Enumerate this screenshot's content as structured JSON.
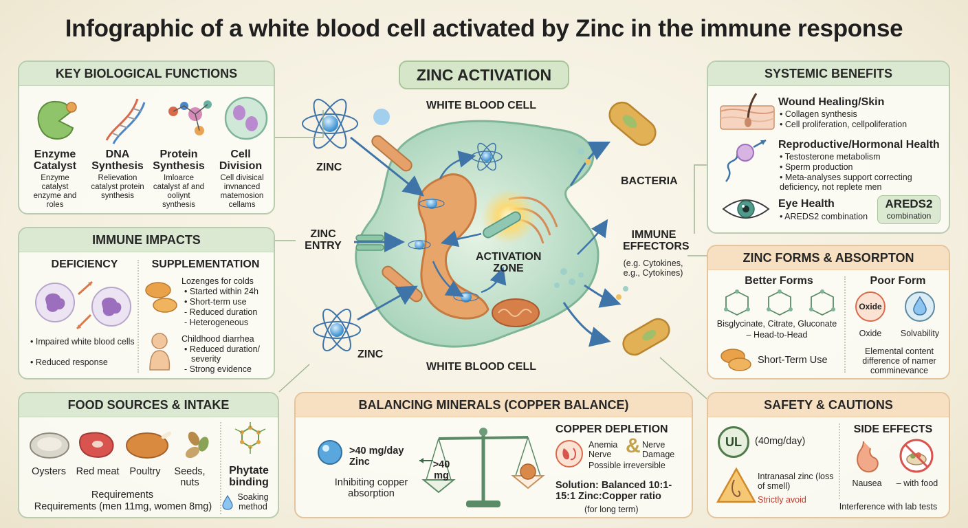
{
  "title": "Infographic of a white blood cell activated by Zinc in the immune response",
  "key_functions": {
    "header": "KEY BIOLOGICAL FUNCTIONS",
    "items": [
      {
        "name": "Enzyme Catalyst",
        "desc": "Enzyme catalyst enzyme and roles"
      },
      {
        "name": "DNA Synthesis",
        "desc": "Relievation catalyst protein synthesis"
      },
      {
        "name": "Protein Synthesis",
        "desc": "Imloarce catalyst af and ooliynt synthesis"
      },
      {
        "name": "Cell Division",
        "desc": "Cell divisical invnanced matemosion cellams"
      }
    ]
  },
  "immune_impacts": {
    "header": "IMMUNE IMPACTS",
    "deficiency": {
      "label": "DEFICIENCY",
      "bullets": [
        "• Impaired white blood cells",
        "• Reduced response"
      ]
    },
    "supplementation": {
      "label": "SUPPLEMENTATION",
      "lozenges": {
        "title": "Lozenges for colds",
        "bullets": [
          "• Started within 24h",
          "• Short-term use",
          "- Reduced duration",
          "- Heterogeneous"
        ]
      },
      "diarrhea": {
        "title": "Childhood diarrhea",
        "bullets": [
          "• Reduced duration/",
          "severity",
          "- Strong evidence"
        ]
      }
    }
  },
  "food_sources": {
    "header": "FOOD SOURCES & INTAKE",
    "items": [
      "Oysters",
      "Red meat",
      "Poultry",
      "Seeds, nuts"
    ],
    "req_title": "Requirements",
    "req_text": "Requirements (men 11mg, women 8mg)",
    "phytate": "Phytate binding",
    "soaking": "Soaking method"
  },
  "center": {
    "badge": "ZINC ACTIVATION",
    "wbc_top": "WHITE BLOOD CELL",
    "wbc_bottom": "WHITE BLOOD CELL",
    "zinc_top": "ZINC",
    "zinc_entry": "ZINC ENTRY",
    "zinc_bottom": "ZINC",
    "activation_zone": "ACTIVATION ZONE",
    "bacteria": "BACTERIA",
    "effectors": "IMMUNE EFFECTORS",
    "effectors_sub": "(e.g. Cytokines, e.g., Cytokines)"
  },
  "balancing": {
    "header": "BALANCING MINERALS (COPPER BALANCE)",
    "dose": ">40 mg/day Zinc",
    "scale_label": ">40 mg",
    "inhibit": "Inhibiting copper absorption",
    "depletion_title": "COPPER DEPLETION",
    "anemia": "Anemia Nerve",
    "nerve": "Nerve Damage",
    "possible": "Possible irreversible",
    "solution": "Solution: Balanced 10:1-15:1 Zinc:Copper ratio",
    "longterm": "(for long term)"
  },
  "systemic": {
    "header": "SYSTEMIC BENEFITS",
    "wound": {
      "title": "Wound Healing/Skin",
      "bullets": [
        "• Collagen synthesis",
        "• Cell proliferation, cellpoliferation"
      ]
    },
    "repro": {
      "title": "Reproductive/Hormonal Health",
      "bullets": [
        "• Testosterone metabolism",
        "• Sperm production",
        "• Meta-analyses support correcting deficiency, not replete men"
      ]
    },
    "eye": {
      "title": "Eye Health",
      "bullet": "• AREDS2 combination",
      "badge_big": "AREDS2",
      "badge_small": "combination"
    }
  },
  "forms": {
    "header": "ZINC FORMS & ABSORPTON",
    "better": "Better Forms",
    "better_list": "Bisglycinate, Citrate, Gluconate",
    "head": "– Head-to-Head",
    "shortterm": "Short-Term Use",
    "poor": "Poor Form",
    "oxide_icon": "Oxide",
    "oxide": "Oxide",
    "solv": "Solvability",
    "elemental": "Elemental content difference of namer comminevance"
  },
  "safety": {
    "header": "SAFETY & CAUTIONS",
    "ul": "UL",
    "ul_dose": "(40mg/day)",
    "intranasal": "Intranasal zinc (loss of smell)",
    "avoid": "Strictly avoid",
    "side_title": "SIDE EFFECTS",
    "nausea": "Nausea",
    "withfood": "– with food",
    "interference": "Interference with lab tests"
  },
  "colors": {
    "green_panel": "#dce9d2",
    "warm_panel": "#f7e0c2",
    "cell": "#bfe0c9",
    "nucleus": "#e6a66c",
    "zinc": "#4a9fd6",
    "bacteria": "#d9a441",
    "warning": "#c0392b"
  }
}
